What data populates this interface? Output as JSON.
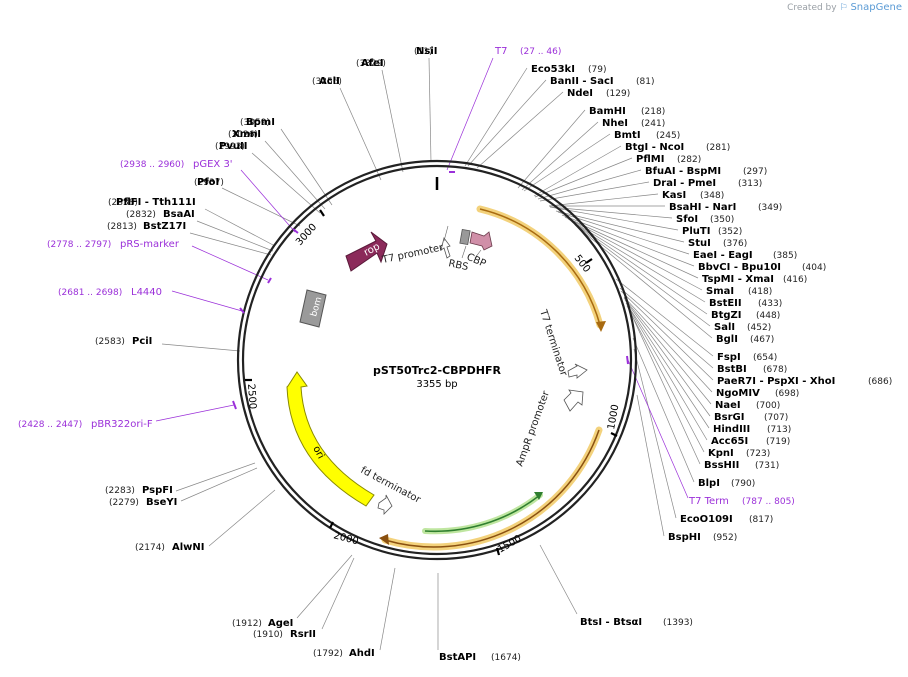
{
  "credit": {
    "text": "Created by",
    "brand": "SnapGene"
  },
  "plasmid": {
    "name": "pST50Trc2-CBPDHFR",
    "length": "3355 bp"
  },
  "ticks": [
    "500",
    "1000",
    "1500",
    "2000",
    "2500",
    "3000"
  ],
  "sites_left": [
    {
      "pos": "(11)",
      "name": "NsiI"
    },
    {
      "pos": "(3329)",
      "name": "AfeI"
    },
    {
      "pos": "(3256)",
      "name": "AclI"
    },
    {
      "pos": "(3059)",
      "name": "BpmI"
    },
    {
      "pos": "(3026)",
      "name": "XmnI"
    },
    {
      "pos": "(2993)",
      "name": "PvuII"
    },
    {
      "pos": "(2937)",
      "name": "PfoI"
    },
    {
      "pos": "(2838)",
      "name": "PflFI - Tth111I"
    },
    {
      "pos": "(2832)",
      "name": "BsaAI"
    },
    {
      "pos": "(2813)",
      "name": "BstZ17I"
    },
    {
      "pos": "(2583)",
      "name": "PciI"
    },
    {
      "pos": "(2283)",
      "name": "PspFI"
    },
    {
      "pos": "(2279)",
      "name": "BseYI"
    },
    {
      "pos": "(2174)",
      "name": "AlwNI"
    },
    {
      "pos": "(1912)",
      "name": "AgeI"
    },
    {
      "pos": "(1910)",
      "name": "RsrII"
    },
    {
      "pos": "(1792)",
      "name": "AhdI"
    }
  ],
  "sites_bottom": [
    {
      "name": "BstAPI",
      "pos": "(1674)"
    },
    {
      "name": "BtsI - BtsαI",
      "pos": "(1393)"
    }
  ],
  "sites_right": [
    {
      "name": "Eco53kI",
      "pos": "(79)"
    },
    {
      "name": "BanII - SacI",
      "pos": "(81)"
    },
    {
      "name": "NdeI",
      "pos": "(129)"
    },
    {
      "name": "BamHI",
      "pos": "(218)"
    },
    {
      "name": "NheI",
      "pos": "(241)"
    },
    {
      "name": "BmtI",
      "pos": "(245)"
    },
    {
      "name": "BtgI - NcoI",
      "pos": "(281)"
    },
    {
      "name": "PflMI",
      "pos": "(282)"
    },
    {
      "name": "BfuAI - BspMI",
      "pos": "(297)"
    },
    {
      "name": "DraI - PmeI",
      "pos": "(313)"
    },
    {
      "name": "KasI",
      "pos": "(348)"
    },
    {
      "name": "BsaHI - NarI",
      "pos": "(349)"
    },
    {
      "name": "SfoI",
      "pos": "(350)"
    },
    {
      "name": "PluTI",
      "pos": "(352)"
    },
    {
      "name": "StuI",
      "pos": "(376)"
    },
    {
      "name": "EaeI - EagI",
      "pos": "(385)"
    },
    {
      "name": "BbvCI - Bpu10I",
      "pos": "(404)"
    },
    {
      "name": "TspMI - XmaI",
      "pos": "(416)"
    },
    {
      "name": "SmaI",
      "pos": "(418)"
    },
    {
      "name": "BstEII",
      "pos": "(433)"
    },
    {
      "name": "BtgZI",
      "pos": "(448)"
    },
    {
      "name": "SalI",
      "pos": "(452)"
    },
    {
      "name": "BglI",
      "pos": "(467)"
    },
    {
      "name": "FspI",
      "pos": "(654)"
    },
    {
      "name": "BstBI",
      "pos": "(678)"
    },
    {
      "name": "PaeR7I - PspXI - XhoI",
      "pos": "(686)"
    },
    {
      "name": "NgoMIV",
      "pos": "(698)"
    },
    {
      "name": "NaeI",
      "pos": "(700)"
    },
    {
      "name": "BsrGI",
      "pos": "(707)"
    },
    {
      "name": "HindIII",
      "pos": "(713)"
    },
    {
      "name": "Acc65I",
      "pos": "(719)"
    },
    {
      "name": "KpnI",
      "pos": "(723)"
    },
    {
      "name": "BssHII",
      "pos": "(731)"
    },
    {
      "name": "BlpI",
      "pos": "(790)"
    },
    {
      "name": "EcoO109I",
      "pos": "(817)"
    },
    {
      "name": "BspHI",
      "pos": "(952)"
    }
  ],
  "primer_features": [
    {
      "name": "T7",
      "range": "(27 .. 46)"
    },
    {
      "name": "pGEX 3'",
      "range": "(2938 .. 2960)"
    },
    {
      "name": "pRS-marker",
      "range": "(2778 .. 2797)"
    },
    {
      "name": "L4440",
      "range": "(2681 .. 2698)"
    },
    {
      "name": "pBR322ori-F",
      "range": "(2428 .. 2447)"
    },
    {
      "name": "T7 Term",
      "range": "(787 .. 805)"
    }
  ],
  "features": {
    "rop": "rop",
    "bom": "bom",
    "ori": "ori",
    "t7_promoter": "T7 promoter",
    "rbs": "RBS",
    "cbp": "CBP",
    "t7_terminator": "T7 terminator",
    "ampr_promoter": "AmpR promoter",
    "fd_terminator": "fd terminator"
  },
  "colors": {
    "backbone": "#222222",
    "restriction_text": "#000000",
    "primer": "#9b30d9",
    "rop": "#8b2a5a",
    "bom": "#999999",
    "ori": "#ffff00",
    "cbp": "#d08fa8",
    "rbs": "#999999",
    "dhfr_orange": "#f0c070",
    "ampr_green": "#2f8f2f"
  }
}
